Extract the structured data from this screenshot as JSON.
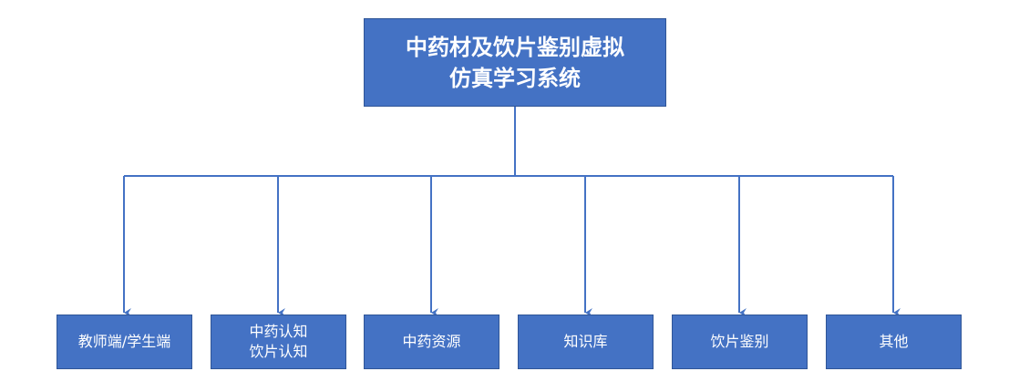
{
  "diagram": {
    "root": {
      "lines": [
        "中药材及饮片鉴别虚拟",
        "仿真学习系统"
      ]
    },
    "children": [
      {
        "lines": [
          "教师端/学生端"
        ]
      },
      {
        "lines": [
          "中药认知",
          "饮片认知"
        ]
      },
      {
        "lines": [
          "中药资源"
        ]
      },
      {
        "lines": [
          "知识库"
        ]
      },
      {
        "lines": [
          "饮片鉴别"
        ]
      },
      {
        "lines": [
          "其他"
        ]
      }
    ]
  },
  "colors": {
    "box_fill": "#4472c4",
    "box_border": "#2f5597",
    "connector": "#4472c4",
    "text": "#ffffff"
  }
}
